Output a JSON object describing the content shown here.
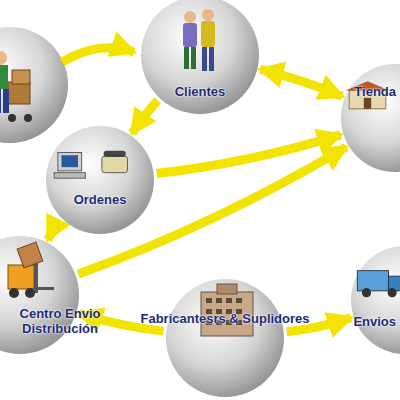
{
  "diagram": {
    "nodes": [
      {
        "text": [
          "Clientes"
        ]
      },
      {
        "text": [
          "Tienda"
        ]
      },
      {
        "text": [
          "Ordenes"
        ]
      },
      {
        "text": [
          "Centro Envio Distribución"
        ]
      },
      {
        "text": [
          "Envios"
        ]
      },
      {
        "text": [
          "Fabricantesrs & Suplidores"
        ]
      }
    ],
    "edges": [
      {
        "from": 0,
        "to": 1,
        "arrow": "both"
      },
      {
        "from": 0,
        "to": 2,
        "arrow": "to"
      },
      {
        "from": 2,
        "to": 1,
        "arrow": "to"
      },
      {
        "from": 2,
        "to": 3,
        "arrow": "to"
      },
      {
        "from": 3,
        "to": 1,
        "arrow": "to"
      },
      {
        "from": 5,
        "to": 3,
        "arrow": "to"
      },
      {
        "from": 5,
        "to": 4,
        "arrow": "to"
      }
    ]
  }
}
